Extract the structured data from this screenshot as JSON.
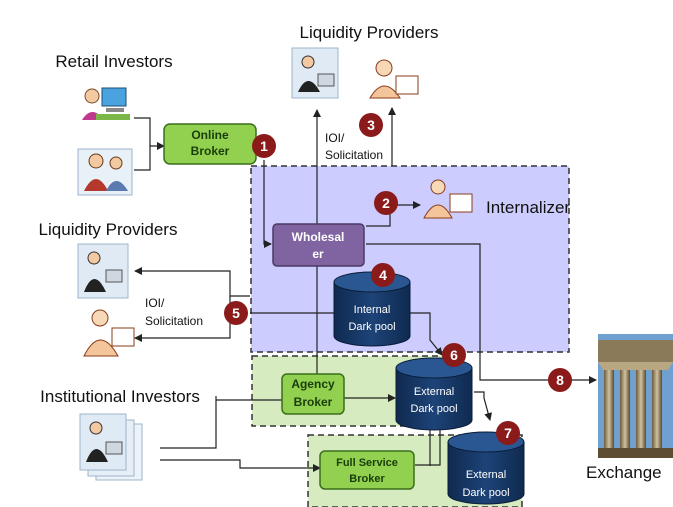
{
  "actors": {
    "retail_investors": "Retail Investors",
    "liquidity_providers_top": "Liquidity Providers",
    "liquidity_providers_left": "Liquidity Providers",
    "institutional_investors": "Institutional Investors",
    "internalizer": "Internalizer",
    "exchange": "Exchange"
  },
  "nodes": {
    "online_broker": [
      "Online",
      "Broker"
    ],
    "wholesaler": [
      "Wholesal",
      "er"
    ],
    "agency_broker": [
      "Agency",
      "Broker"
    ],
    "full_service_broker": [
      "Full Service",
      "Broker"
    ],
    "internal_dark_pool": [
      "Internal",
      "Dark pool"
    ],
    "external_dark_pool_1": [
      "External",
      "Dark pool"
    ],
    "external_dark_pool_2": [
      "External",
      "Dark  pool"
    ]
  },
  "annotations": {
    "ioi_top": [
      "IOI/",
      "Solicitation"
    ],
    "ioi_left": [
      "IOI/",
      "Solicitation"
    ]
  },
  "steps": [
    "1",
    "2",
    "3",
    "4",
    "5",
    "6",
    "7",
    "8"
  ],
  "colors": {
    "online_broker_fill": "#92D050",
    "wholesaler_fill": "#8064A2",
    "internalizer_region": "#CCCCFF",
    "agency_region": "#D6EBC0",
    "cylinder_fill": "#17365D",
    "step_badge": "#8B1A1A"
  },
  "icons": [
    "person-at-computer-icon",
    "woman-at-computer-icon",
    "businessman-at-computer-icon",
    "office-worker-icon",
    "exchange-building-icon"
  ]
}
